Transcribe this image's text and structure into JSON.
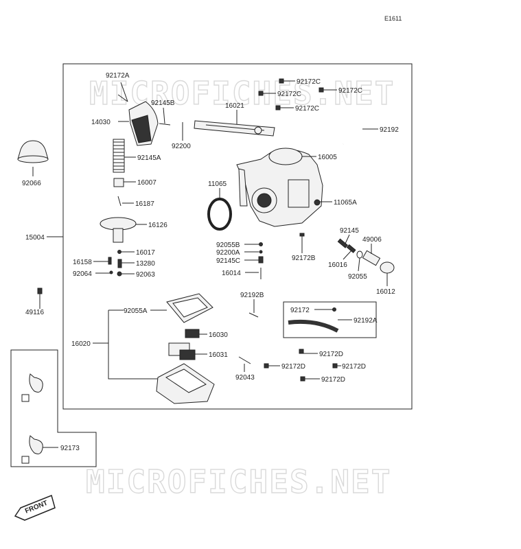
{
  "diagram": {
    "code": "E1611",
    "watermark": "MICROFICHES.NET",
    "front_label": "FRONT",
    "parts": [
      {
        "id": "92172A"
      },
      {
        "id": "92145B"
      },
      {
        "id": "14030"
      },
      {
        "id": "92145A"
      },
      {
        "id": "16007"
      },
      {
        "id": "16187"
      },
      {
        "id": "16126"
      },
      {
        "id": "16017"
      },
      {
        "id": "16158"
      },
      {
        "id": "13280"
      },
      {
        "id": "92064"
      },
      {
        "id": "92063"
      },
      {
        "id": "92200"
      },
      {
        "id": "16021"
      },
      {
        "id": "92172C"
      },
      {
        "id": "92172C"
      },
      {
        "id": "92172C"
      },
      {
        "id": "92172C"
      },
      {
        "id": "92192"
      },
      {
        "id": "16005"
      },
      {
        "id": "11065"
      },
      {
        "id": "11065A"
      },
      {
        "id": "92172B"
      },
      {
        "id": "92055B"
      },
      {
        "id": "92200A"
      },
      {
        "id": "92145C"
      },
      {
        "id": "16014"
      },
      {
        "id": "92145"
      },
      {
        "id": "49006"
      },
      {
        "id": "16016"
      },
      {
        "id": "92055"
      },
      {
        "id": "16012"
      },
      {
        "id": "92192B"
      },
      {
        "id": "92172"
      },
      {
        "id": "92192A"
      },
      {
        "id": "92055A"
      },
      {
        "id": "16030"
      },
      {
        "id": "16020"
      },
      {
        "id": "16031"
      },
      {
        "id": "92043"
      },
      {
        "id": "92172D"
      },
      {
        "id": "92172D"
      },
      {
        "id": "92172D"
      },
      {
        "id": "92172D"
      },
      {
        "id": "92066"
      },
      {
        "id": "15004"
      },
      {
        "id": "49116"
      },
      {
        "id": "92173"
      }
    ]
  }
}
